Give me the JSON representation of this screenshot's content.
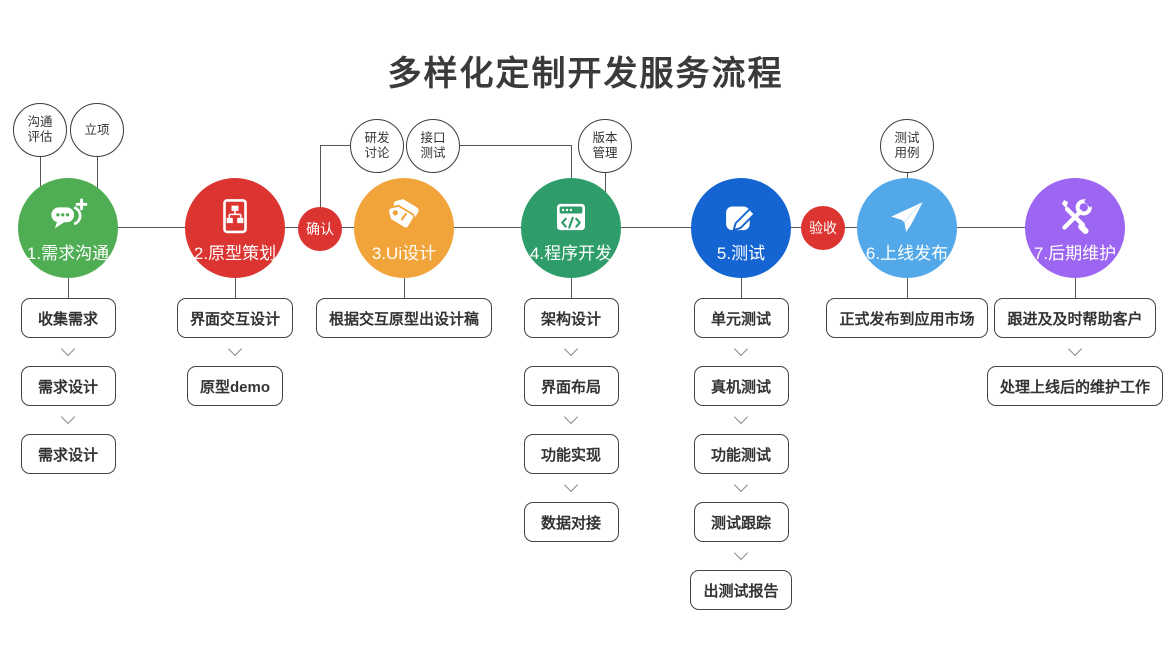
{
  "title": "多样化定制开发服务流程",
  "stages": [
    {
      "label": "1.需求沟通",
      "color": "#4fae54",
      "icon": "chat-plus-icon",
      "steps": [
        "收集需求",
        "需求设计",
        "需求设计"
      ]
    },
    {
      "label": "2.原型策划",
      "color": "#dc3430",
      "icon": "sitemap-icon",
      "steps": [
        "界面交互设计",
        "原型demo"
      ]
    },
    {
      "label": "3.Ui设计",
      "color": "#f1a43a",
      "icon": "tags-icon",
      "steps": [
        "根据交互原型出设计稿"
      ]
    },
    {
      "label": "4.程序开发",
      "color": "#2e9d69",
      "icon": "code-window-icon",
      "steps": [
        "架构设计",
        "界面布局",
        "功能实现",
        "数据对接"
      ]
    },
    {
      "label": "5.测试",
      "color": "#1465d2",
      "icon": "edit-icon",
      "steps": [
        "单元测试",
        "真机测试",
        "功能测试",
        "测试跟踪",
        "出测试报告"
      ]
    },
    {
      "label": "6.上线发布",
      "color": "#52a8e8",
      "icon": "paper-plane-icon",
      "steps": [
        "正式发布到应用市场"
      ]
    },
    {
      "label": "7.后期维护",
      "color": "#9d66f2",
      "icon": "tools-icon",
      "steps": [
        "跟进及及时帮助客户",
        "处理上线后的维护工作"
      ]
    }
  ],
  "badges": [
    {
      "lines": [
        "沟通",
        "评估"
      ]
    },
    {
      "lines": [
        "立项"
      ]
    },
    {
      "lines": [
        "研发",
        "讨论"
      ]
    },
    {
      "lines": [
        "接口",
        "测试"
      ]
    },
    {
      "lines": [
        "版本",
        "管理"
      ]
    },
    {
      "lines": [
        "测试",
        "用例"
      ]
    }
  ],
  "gates": [
    {
      "label": "确认"
    },
    {
      "label": "验收"
    }
  ],
  "colors": {
    "gate": "#dc3430",
    "line": "#555555",
    "box_border": "#444444",
    "title": "#3a3a3a",
    "badge_border": "#3c3c3c"
  }
}
